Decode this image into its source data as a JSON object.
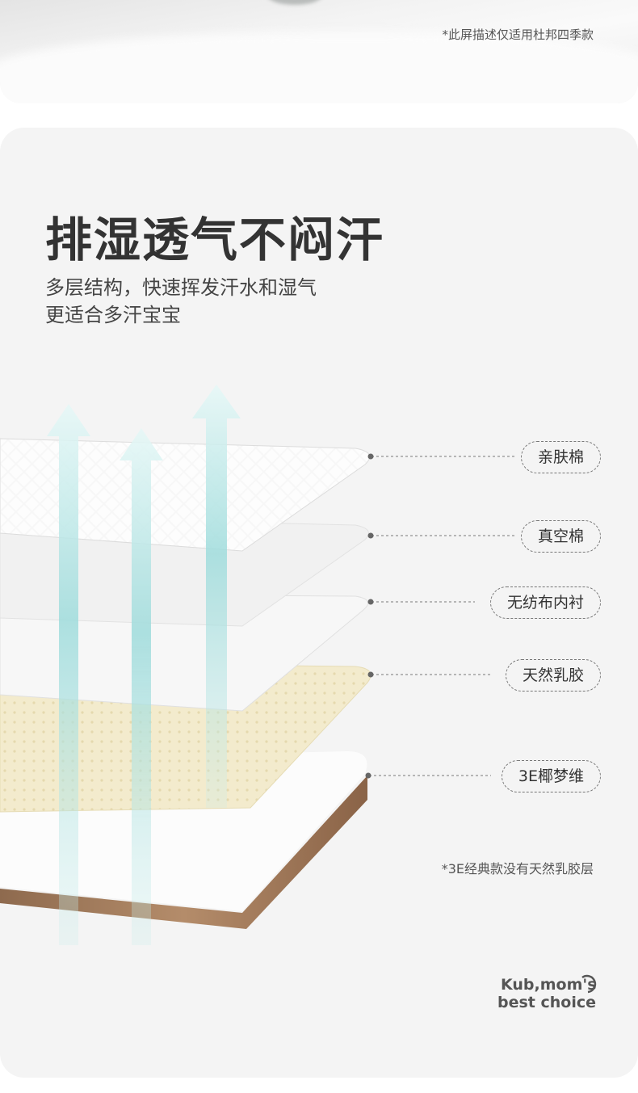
{
  "top_note": "*此屏描述仅适用杜邦四季款",
  "title": "排湿透气不闷汗",
  "subtitle_lines": [
    "多层结构，快速挥发汗水和湿气",
    "更适合多汗宝宝"
  ],
  "layers": [
    {
      "label": "亲肤棉",
      "color": "#fafafa"
    },
    {
      "label": "真空棉",
      "color": "#f2f2f2"
    },
    {
      "label": "无纺布内衬",
      "color": "#f7f7f7"
    },
    {
      "label": "天然乳胶",
      "color": "#f3ecd0"
    },
    {
      "label": "3E椰梦维",
      "color": "#a27b5c"
    }
  ],
  "foot_note": "*3E经典款没有天然乳胶层",
  "logo": {
    "line1": "Kub,mom's",
    "line2": "best choice"
  },
  "colors": {
    "arrow": "#8fd6d6",
    "background": "#f4f4f4",
    "text": "#333333"
  }
}
